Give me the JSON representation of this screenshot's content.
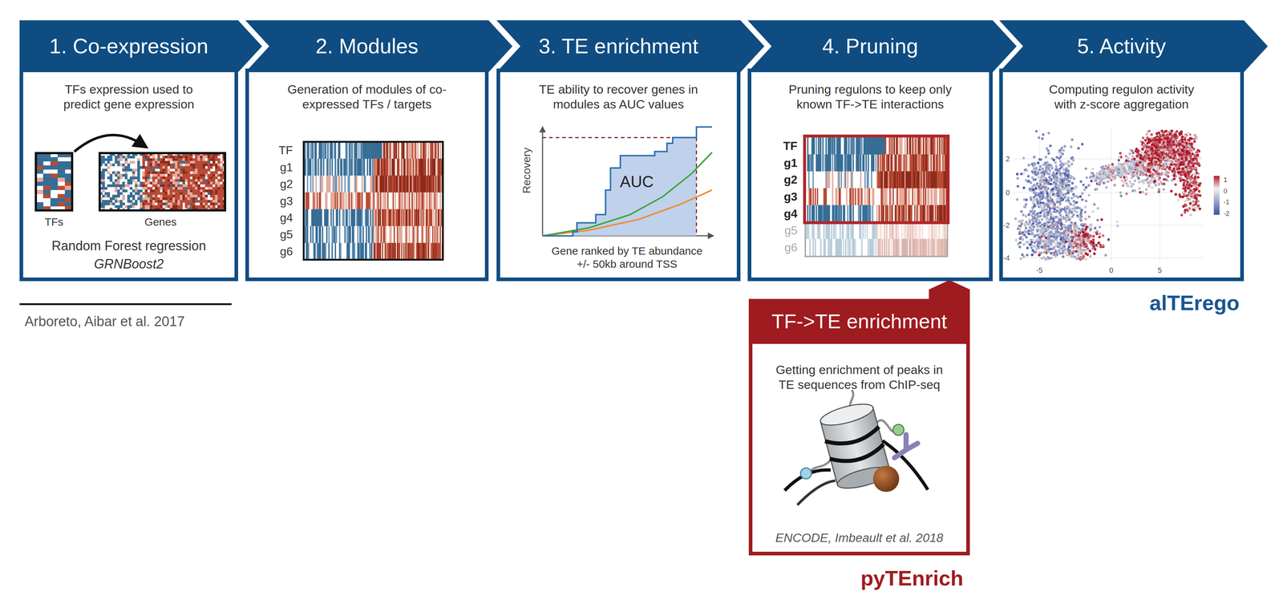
{
  "diagram": {
    "nodes": [
      {
        "text": [
          "1. Co-expression",
          "TFs expression used to predict gene expression",
          "Random Forest regression",
          "GRNBoost2"
        ]
      },
      {
        "text": [
          "2. Modules",
          "Generation of modules of co-expressed TFs / targets"
        ]
      },
      {
        "text": [
          "3. TE enrichment",
          "TE ability to recover genes in modules as AUC values"
        ]
      },
      {
        "text": [
          "4. Pruning",
          "Pruning regulons to keep only known TF->TE interactions"
        ]
      },
      {
        "text": [
          "5. Activity",
          "Computing regulon activity with z-score aggregation"
        ]
      },
      {
        "text": [
          "TF->TE enrichment",
          "Getting enrichment of peaks in TE sequences from ChIP-seq",
          "ENCODE, Imbeault et al. 2018",
          "pyTEnrich"
        ]
      }
    ],
    "edges": [
      {
        "from": 5,
        "to": 3,
        "arrow": "to"
      }
    ],
    "labels": [
      "TFs",
      "Genes",
      "Arboreto, Aibar et al. 2017",
      "TF",
      "g1",
      "g2",
      "g3",
      "g4",
      "g5",
      "g6",
      "Recovery",
      "AUC",
      "Gene ranked by TE abundance +/- 50kb around TSS",
      "TF",
      "g1",
      "g2",
      "g3",
      "g4",
      "g5",
      "g6",
      "2",
      "0",
      "-2",
      "-4",
      "-5",
      "0",
      "5",
      "1",
      "0",
      "-1",
      "-2",
      "alTErego"
    ]
  }
}
